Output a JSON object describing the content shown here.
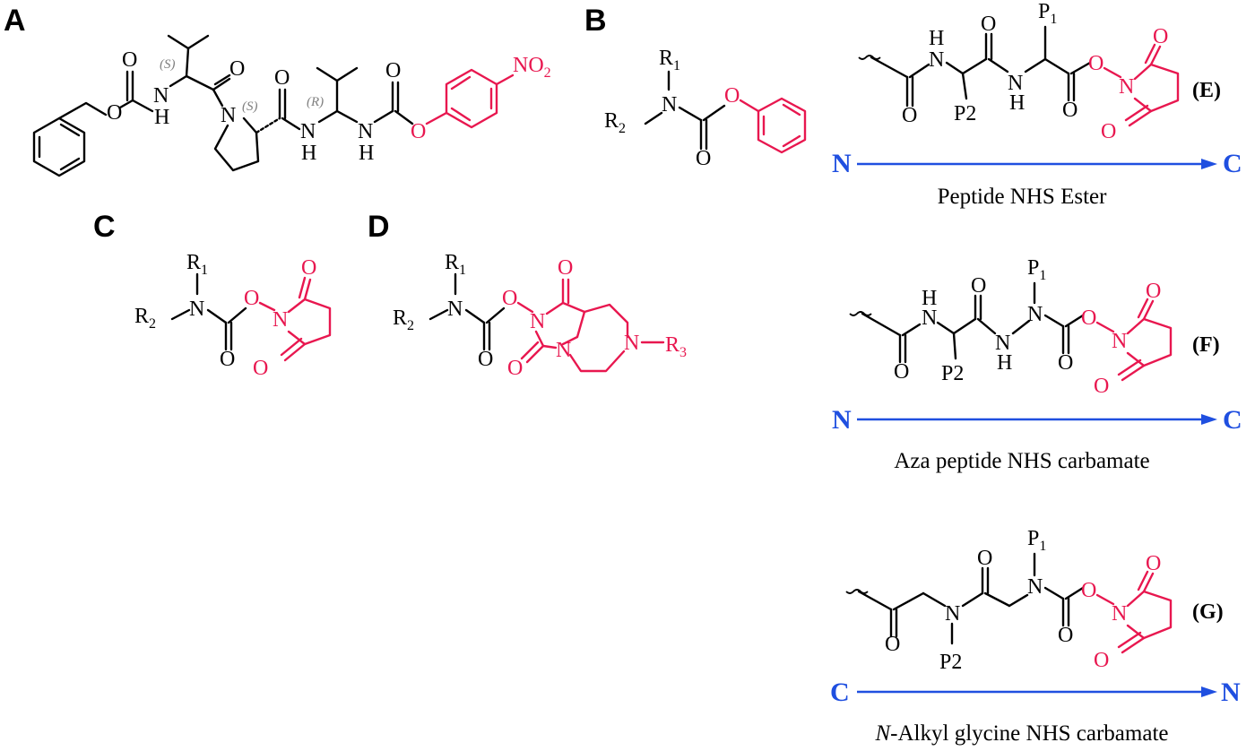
{
  "panels": {
    "A": "A",
    "B": "B",
    "C": "C",
    "D": "D",
    "E": "(E)",
    "F": "(F)",
    "G": "(G)"
  },
  "atoms": {
    "O": "O",
    "N": "N",
    "H": "H",
    "NO": "NO",
    "two": "2",
    "R": "R",
    "P": "P",
    "one": "1",
    "three": "3",
    "P2": "P2"
  },
  "stereo": {
    "S": "(S)",
    "R": "(R)"
  },
  "directions": {
    "E": {
      "start": "N",
      "end": "C"
    },
    "F": {
      "start": "N",
      "end": "C"
    },
    "G": {
      "start": "C",
      "end": "N"
    }
  },
  "captions": {
    "E": "Peptide NHS Ester",
    "F": "Aza peptide NHS carbamate",
    "G_italic": "N",
    "G_rest": "-Alkyl glycine NHS carbamate"
  },
  "colors": {
    "structure": "#000000",
    "leaving_group": "#e8174f",
    "direction_arrow": "#1f4fe0",
    "stereo_label": "#808080"
  }
}
